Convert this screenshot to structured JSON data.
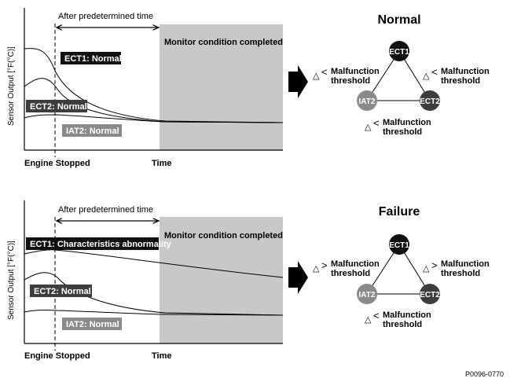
{
  "doc_id": "P0096-0770",
  "panels": [
    {
      "y_axis_label": "Sensor Output [°F(°C)]",
      "x_start_label": "Engine Stopped",
      "x_end_label": "Time",
      "predetermined_label": "After predetermined time",
      "monitor_label": "Monitor condition completed",
      "curve_labels": {
        "ect1": "ECT1: Normal",
        "ect2": "ECT2: Normal",
        "iat2": "IAT2: Normal"
      },
      "state_title": "Normal",
      "nodes": {
        "top": "ECT1",
        "left": "IAT2",
        "right": "ECT2"
      },
      "delta_symbol": "△",
      "threshold_label_line1": "Malfunction",
      "threshold_label_line2": "threshold"
    },
    {
      "y_axis_label": "Sensor Output [°F(°C)]",
      "x_start_label": "Engine Stopped",
      "x_end_label": "Time",
      "predetermined_label": "After predetermined time",
      "monitor_label": "Monitor condition completed",
      "curve_labels": {
        "ect1": "ECT1: Characteristics abnormality",
        "ect2": "ECT2: Normal",
        "iat2": "IAT2: Normal"
      },
      "state_title": "Failure",
      "nodes": {
        "top": "ECT1",
        "left": "IAT2",
        "right": "ECT2"
      },
      "delta_symbol": "△",
      "threshold_label_line1": "Malfunction",
      "threshold_label_line2": "threshold"
    }
  ],
  "colors": {
    "ect1_fill": "#111111",
    "ect2_fill": "#3d3d3d",
    "iat2_fill": "#8a8a8a",
    "monitor_shade": "#c8c8c8"
  }
}
